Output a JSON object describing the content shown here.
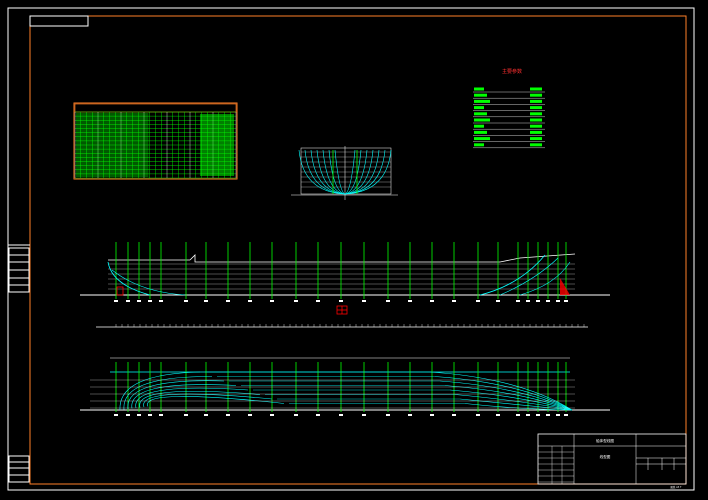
{
  "drawing": {
    "colors": {
      "background": "#000000",
      "frame": "#ffffff",
      "orange": "#ff7f27",
      "green": "#00ff00",
      "cyan": "#00ffff",
      "red": "#ff0000",
      "white": "#ffffff"
    },
    "params_title": "主要参数",
    "title_block_name": "船体型线图",
    "title_block_unit": "线型图",
    "sheet_code": "图纸 A3 T"
  }
}
